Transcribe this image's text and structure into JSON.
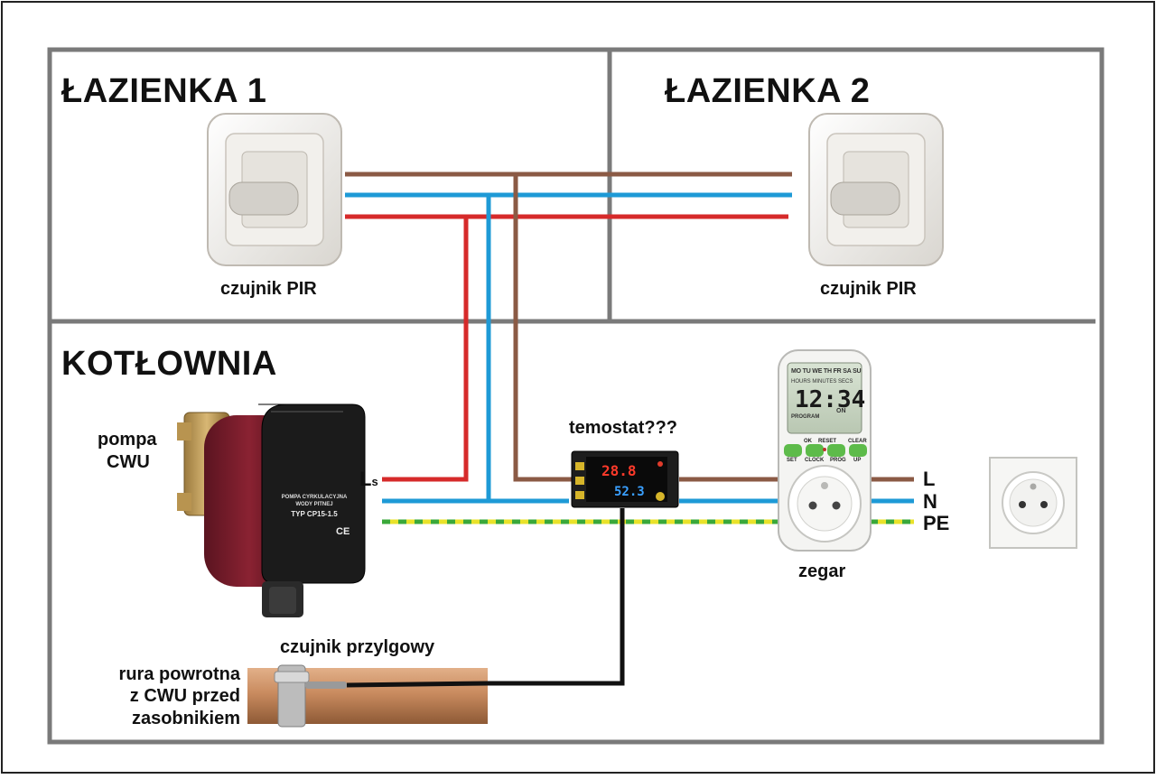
{
  "rooms": {
    "bath1": "ŁAZIENKA 1",
    "bath2": "ŁAZIENKA 2",
    "boiler": "KOTŁOWNIA"
  },
  "devices": {
    "pir1": "czujnik PIR",
    "pir2": "czujnik PIR",
    "pump_line1": "pompa",
    "pump_line2": "CWU",
    "pump_plate": {
      "line1": "POMPA CYRKULACYJNA",
      "line2": "WODY PITNEJ",
      "model": "TYP CP15-1.5",
      "ce": "CE"
    },
    "thermostat": "temostat???",
    "thermostat_display_top": "28.8",
    "thermostat_display_bottom": "52.3",
    "timer": "zegar",
    "timer_days": "MO TU WE TH FR SA SU",
    "timer_time": "12:34",
    "timer_sub": "HOURS  MINUTES  SECS",
    "timer_program": "PROGRAM",
    "timer_on": "ON",
    "timer_buttons": [
      "SET",
      "CLOCK",
      "PROG",
      "UP"
    ],
    "timer_top_buttons": [
      "OK",
      "RESET",
      "CLEAR"
    ],
    "sensor": "czujnik przylgowy",
    "pipe_line1": "rura powrotna",
    "pipe_line2": "z CWU przed",
    "pipe_line3": "zasobnikiem"
  },
  "wires": {
    "L": "L",
    "N": "N",
    "PE": "PE",
    "Ls_main": "L",
    "Ls_sub": "s"
  },
  "colors": {
    "frame": "#7a7a7a",
    "live": "#8b5a45",
    "neutral": "#1e9ad6",
    "switched": "#d62a2a",
    "earth_yellow": "#e9e22a",
    "earth_green": "#3aa83a",
    "signal": "#111111"
  }
}
